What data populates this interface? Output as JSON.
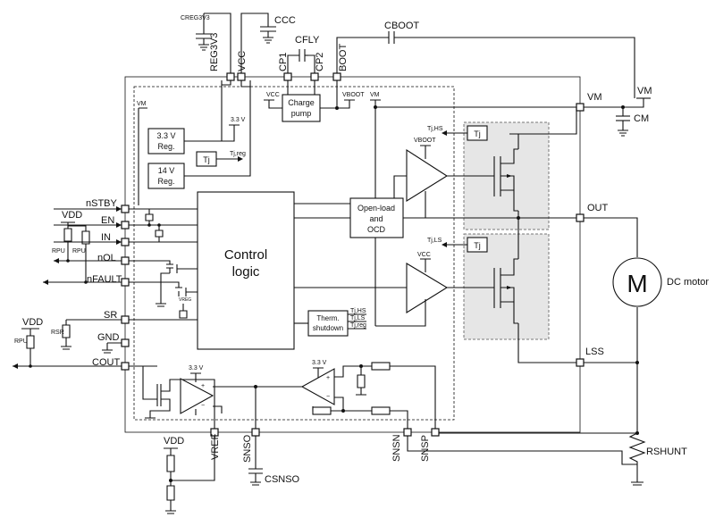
{
  "pins": {
    "reg3v3": "REG3V3",
    "vcc": "VCC",
    "cp1": "CP1",
    "cp2": "CP2",
    "boot": "BOOT",
    "vm": "VM",
    "out": "OUT",
    "lss": "LSS",
    "nstby": "nSTBY",
    "en": "EN",
    "in": "IN",
    "nol": "nOL",
    "nfault": "nFAULT",
    "sr": "SR",
    "gnd": "GND",
    "cout": "COUT",
    "vref": "VREF",
    "snso": "SNSO",
    "snsn": "SNSN",
    "snsp": "SNSP"
  },
  "components": {
    "c_reg": "CREG3V3",
    "c_cc": "CCC",
    "c_fly": "CFLY",
    "c_boot": "CBOOT",
    "c_m": "CM",
    "c_snso": "CSNSO",
    "v_m": "VM",
    "r_shunt": "RSHUNT",
    "vdd_top": "VDD",
    "vdd_sr": "VDD",
    "vdd_bottom": "VDD",
    "r_pu1": "RPU",
    "r_pu2": "RPU",
    "r_sr": "RSR",
    "r_pu3": "RPU"
  },
  "blocks": {
    "charge_pump_1": "Charge",
    "charge_pump_2": "pump",
    "reg33_1": "3.3 V",
    "reg33_2": "Reg.",
    "reg14_1": "14 V",
    "reg14_2": "Reg.",
    "tj": "Tj",
    "tj_reg": "Tj,reg",
    "control_1": "Control",
    "control_2": "logic",
    "openload_1": "Open-load",
    "openload_2": "and",
    "openload_3": "OCD",
    "therm_1": "Therm.",
    "therm_2": "shutdown",
    "therm_out1": "Tj,HS",
    "therm_out2": "Tj,LS",
    "therm_out3": "Tj,reg",
    "tj_hs_box": "Tj",
    "tj_hs_label": "Tj,HS",
    "tj_ls_box": "Tj",
    "tj_ls_label": "Tj,LS",
    "motor_symbol": "M",
    "motor_label": "DC motor"
  },
  "internal_labels": {
    "v33_a": "3.3 V",
    "vcc_int": "VCC",
    "vboot_int": "VBOOT",
    "vm_int": "VM",
    "vm_left": "VM",
    "vboot_hs": "VBOOT",
    "vcc_ls": "VCC",
    "v33_amp1": "3.3 V",
    "v33_amp2": "3.3 V",
    "vreg_small": "VREG",
    "plus1": "+",
    "minus1": "−",
    "plus2": "+",
    "minus2": "−"
  }
}
